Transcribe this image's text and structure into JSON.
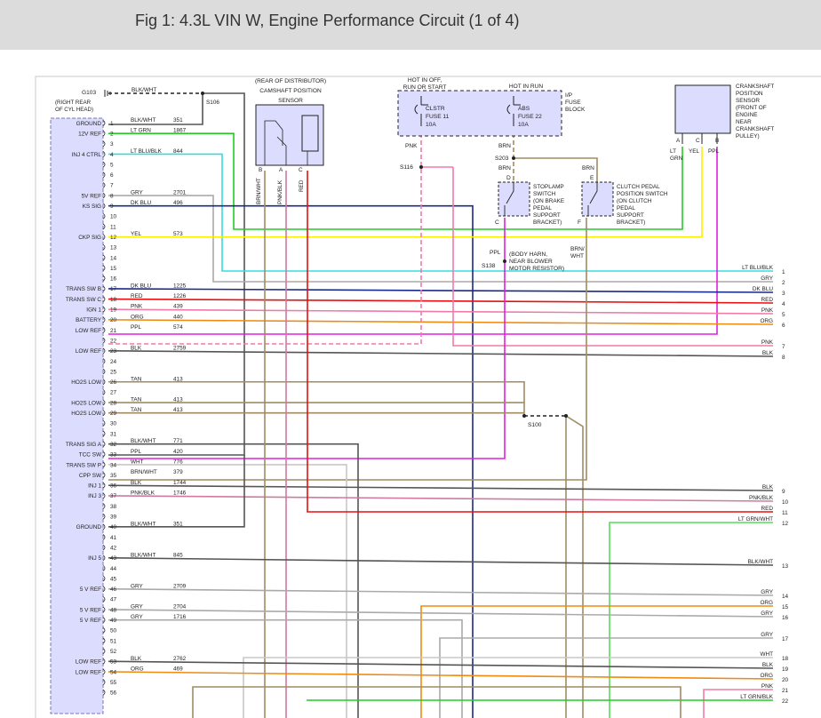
{
  "title": "Fig 1: 4.3L VIN W, Engine Performance Circuit (1 of 4)",
  "colors": {
    "ecm_fill": "#dcdcff",
    "blk": "#555555",
    "grn": "#22cc22",
    "cyan": "#33dddd",
    "gry": "#aaaaaa",
    "dkblu": "#1a2a8a",
    "yel": "#ffee00",
    "red": "#e81010",
    "pnk": "#f07aa8",
    "org": "#f08a10",
    "ppl": "#e020e0",
    "tan": "#a08c64",
    "wht": "#c8c8c8",
    "brnwht": "#a08c64",
    "pnkblk": "#d07aa0",
    "ltgrnwht": "#55dd55"
  },
  "ground": {
    "id": "G103",
    "desc": [
      "(RIGHT REAR",
      "OF CYL HEAD)"
    ]
  },
  "splices": [
    "S106",
    "S116",
    "S203",
    "S100",
    "S138"
  ],
  "notes": {
    "hot_off": [
      "HOT IN OFF,",
      "RUN OR START"
    ],
    "hot_run": "HOT IN RUN",
    "fuse_block": [
      "I/P",
      "FUSE",
      "BLOCK"
    ],
    "fuse1": [
      "CLSTR",
      "FUSE 11",
      "10A"
    ],
    "fuse2": [
      "ABS",
      "FUSE 22",
      "10A"
    ],
    "cam": [
      "(REAR OF DISTRIBUTOR)",
      "CAMSHAFT POSITION",
      "SENSOR"
    ],
    "ckp": [
      "CRANKSHAFT",
      "POSITION",
      "SENSOR",
      "(FRONT OF",
      "ENGINE",
      "NEAR",
      "CRANKSHAFT",
      "PULLEY)"
    ],
    "stoplamp": [
      "STOPLAMP",
      "SWITCH",
      "(ON BRAKE",
      "PEDAL",
      "SUPPORT",
      "BRACKET)"
    ],
    "clutch": [
      "CLUTCH PEDAL",
      "POSITION SWITCH",
      "(ON CLUTCH",
      "PEDAL",
      "SUPPORT",
      "BRACKET)"
    ],
    "body_harn": [
      "(BODY HARN,",
      "NEAR BLOWER",
      "MOTOR RESISTOR)"
    ]
  },
  "wire_labels": {
    "g103": "BLK/WHT",
    "pnk": "PNK",
    "brn1": "BRN",
    "brn2": "BRN",
    "brn3": "BRN",
    "ppl": "PPL",
    "brnwht": [
      "BRN/",
      "WHT"
    ],
    "ltgrn": [
      "LT",
      "GRN"
    ],
    "yel": "YEL",
    "ppl2": "PPL",
    "cam_brnwht": "BRN/WHT",
    "cam_pnkblk": "PNK/BLK",
    "cam_red": "RED"
  },
  "pin_letters": {
    "cam": [
      "B",
      "A",
      "C"
    ],
    "ckp": [
      "A",
      "C",
      "B"
    ],
    "stop": [
      "D",
      "C"
    ],
    "clutch": [
      "E",
      "F"
    ]
  },
  "ecm_pins": [
    {
      "n": "1",
      "sig": "GROUND",
      "wire": "BLK/WHT",
      "circ": "351"
    },
    {
      "n": "2",
      "sig": "12V REF",
      "wire": "LT GRN",
      "circ": "1867"
    },
    {
      "n": "3",
      "sig": "",
      "wire": "",
      "circ": ""
    },
    {
      "n": "4",
      "sig": "INJ 4 CTRL",
      "wire": "LT BLU/BLK",
      "circ": "844"
    },
    {
      "n": "5",
      "sig": "",
      "wire": "",
      "circ": ""
    },
    {
      "n": "6",
      "sig": "",
      "wire": "",
      "circ": ""
    },
    {
      "n": "7",
      "sig": "",
      "wire": "",
      "circ": ""
    },
    {
      "n": "8",
      "sig": "5V REF",
      "wire": "GRY",
      "circ": "2701"
    },
    {
      "n": "9",
      "sig": "KS SIG",
      "wire": "DK BLU",
      "circ": "496"
    },
    {
      "n": "10",
      "sig": "",
      "wire": "",
      "circ": ""
    },
    {
      "n": "11",
      "sig": "",
      "wire": "",
      "circ": ""
    },
    {
      "n": "12",
      "sig": "CKP SIG",
      "wire": "YEL",
      "circ": "573"
    },
    {
      "n": "13",
      "sig": "",
      "wire": "",
      "circ": ""
    },
    {
      "n": "14",
      "sig": "",
      "wire": "",
      "circ": ""
    },
    {
      "n": "15",
      "sig": "",
      "wire": "",
      "circ": ""
    },
    {
      "n": "16",
      "sig": "",
      "wire": "",
      "circ": ""
    },
    {
      "n": "17",
      "sig": "TRANS SW B",
      "wire": "DK BLU",
      "circ": "1225"
    },
    {
      "n": "18",
      "sig": "TRANS SW C",
      "wire": "RED",
      "circ": "1226"
    },
    {
      "n": "19",
      "sig": "IGN 1",
      "wire": "PNK",
      "circ": "439"
    },
    {
      "n": "20",
      "sig": "BATTERY",
      "wire": "ORG",
      "circ": "440"
    },
    {
      "n": "21",
      "sig": "LOW REF",
      "wire": "PPL",
      "circ": "574"
    },
    {
      "n": "22",
      "sig": "",
      "wire": "",
      "circ": ""
    },
    {
      "n": "23",
      "sig": "LOW REF",
      "wire": "BLK",
      "circ": "2759"
    },
    {
      "n": "24",
      "sig": "",
      "wire": "",
      "circ": ""
    },
    {
      "n": "25",
      "sig": "",
      "wire": "",
      "circ": ""
    },
    {
      "n": "26",
      "sig": "HO2S LOW",
      "wire": "TAN",
      "circ": "413"
    },
    {
      "n": "27",
      "sig": "",
      "wire": "",
      "circ": ""
    },
    {
      "n": "28",
      "sig": "HO2S LOW",
      "wire": "TAN",
      "circ": "413"
    },
    {
      "n": "29",
      "sig": "HO2S LOW",
      "wire": "TAN",
      "circ": "413"
    },
    {
      "n": "30",
      "sig": "",
      "wire": "",
      "circ": ""
    },
    {
      "n": "31",
      "sig": "",
      "wire": "",
      "circ": ""
    },
    {
      "n": "32",
      "sig": "TRANS SIG A",
      "wire": "BLK/WHT",
      "circ": "771"
    },
    {
      "n": "33",
      "sig": "TCC SW",
      "wire": "PPL",
      "circ": "420"
    },
    {
      "n": "34",
      "sig": "TRANS SW P",
      "wire": "WHT",
      "circ": "776"
    },
    {
      "n": "35",
      "sig": "CPP SW",
      "wire": "BRN/WHT",
      "circ": "379"
    },
    {
      "n": "36",
      "sig": "INJ 1",
      "wire": "BLK",
      "circ": "1744"
    },
    {
      "n": "37",
      "sig": "INJ 3",
      "wire": "PNK/BLK",
      "circ": "1746"
    },
    {
      "n": "38",
      "sig": "",
      "wire": "",
      "circ": ""
    },
    {
      "n": "39",
      "sig": "",
      "wire": "",
      "circ": ""
    },
    {
      "n": "40",
      "sig": "GROUND",
      "wire": "BLK/WHT",
      "circ": "351"
    },
    {
      "n": "41",
      "sig": "",
      "wire": "",
      "circ": ""
    },
    {
      "n": "42",
      "sig": "",
      "wire": "",
      "circ": ""
    },
    {
      "n": "43",
      "sig": "INJ 5",
      "wire": "BLK/WHT",
      "circ": "845"
    },
    {
      "n": "44",
      "sig": "",
      "wire": "",
      "circ": ""
    },
    {
      "n": "45",
      "sig": "",
      "wire": "",
      "circ": ""
    },
    {
      "n": "46",
      "sig": "5 V REF",
      "wire": "GRY",
      "circ": "2709"
    },
    {
      "n": "47",
      "sig": "",
      "wire": "",
      "circ": ""
    },
    {
      "n": "48",
      "sig": "5 V REF",
      "wire": "GRY",
      "circ": "2704"
    },
    {
      "n": "49",
      "sig": "5 V REF",
      "wire": "GRY",
      "circ": "1716"
    },
    {
      "n": "50",
      "sig": "",
      "wire": "",
      "circ": ""
    },
    {
      "n": "51",
      "sig": "",
      "wire": "",
      "circ": ""
    },
    {
      "n": "52",
      "sig": "",
      "wire": "",
      "circ": ""
    },
    {
      "n": "53",
      "sig": "LOW REF",
      "wire": "BLK",
      "circ": "2762"
    },
    {
      "n": "54",
      "sig": "LOW REF",
      "wire": "ORG",
      "circ": "469"
    },
    {
      "n": "55",
      "sig": "",
      "wire": "",
      "circ": ""
    },
    {
      "n": "56",
      "sig": "",
      "wire": "",
      "circ": ""
    }
  ],
  "connector_right": [
    {
      "n": "1",
      "label": "LT BLU/BLK"
    },
    {
      "n": "2",
      "label": "GRY"
    },
    {
      "n": "3",
      "label": "DK BLU"
    },
    {
      "n": "4",
      "label": "RED"
    },
    {
      "n": "5",
      "label": "PNK"
    },
    {
      "n": "6",
      "label": "ORG"
    },
    {
      "n": "7",
      "label": "PNK"
    },
    {
      "n": "8",
      "label": "BLK"
    },
    {
      "n": "9",
      "label": "BLK"
    },
    {
      "n": "10",
      "label": "PNK/BLK"
    },
    {
      "n": "11",
      "label": "RED"
    },
    {
      "n": "12",
      "label": "LT GRN/WHT"
    },
    {
      "n": "13",
      "label": "BLK/WHT"
    },
    {
      "n": "14",
      "label": "GRY"
    },
    {
      "n": "15",
      "label": "ORG"
    },
    {
      "n": "16",
      "label": "GRY"
    },
    {
      "n": "17",
      "label": "GRY"
    },
    {
      "n": "18",
      "label": "WHT"
    },
    {
      "n": "19",
      "label": "BLK"
    },
    {
      "n": "20",
      "label": "ORG"
    },
    {
      "n": "21",
      "label": "PNK"
    },
    {
      "n": "22",
      "label": "LT GRN/BLK"
    }
  ]
}
